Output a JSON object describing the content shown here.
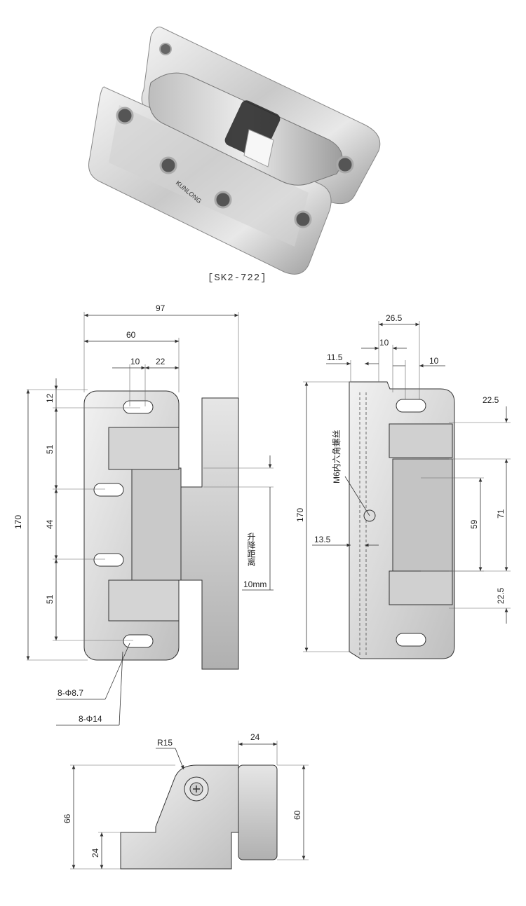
{
  "product": {
    "code": "[SK2-722]",
    "brand_mark": "KUNLONG"
  },
  "front_view": {
    "dims": {
      "overall_width": "97",
      "width_60": "60",
      "d10": "10",
      "d22": "22",
      "height_170": "170",
      "d12": "12",
      "d51_top": "51",
      "d44": "44",
      "d51_bottom": "51",
      "hole_small": "8-Φ8.7",
      "hole_large": "8-Φ14",
      "lift_label": "升降距离",
      "lift_value": "10mm"
    }
  },
  "side_view": {
    "dims": {
      "d26_5": "26.5",
      "d10_a": "10",
      "d11_5": "11.5",
      "d10_b": "10",
      "height_170": "170",
      "d22_5_top": "22.5",
      "d71": "71",
      "d59": "59",
      "d22_5_bottom": "22.5",
      "d13_5": "13.5",
      "screw_note": "M6内六角螺丝"
    }
  },
  "bottom_view": {
    "dims": {
      "d24_top": "24",
      "r15": "R15",
      "d66": "66",
      "d60": "60",
      "d24_left": "24"
    }
  }
}
